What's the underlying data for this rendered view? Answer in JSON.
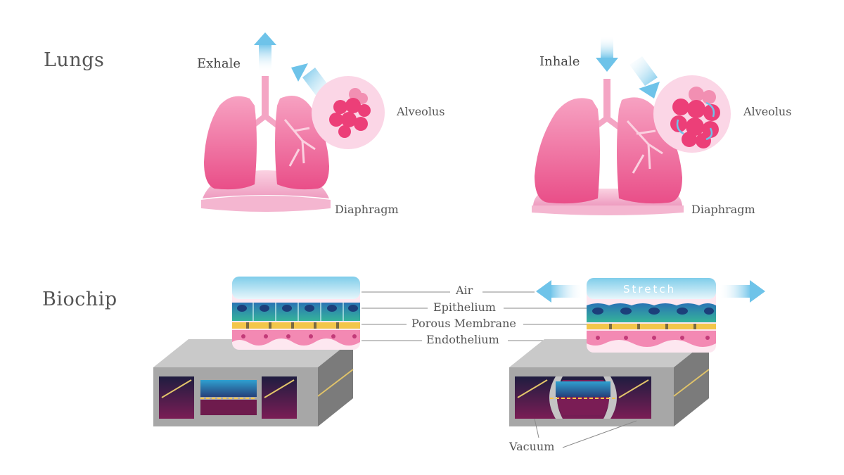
{
  "sections": {
    "lungs": "Lungs",
    "biochip": "Biochip"
  },
  "lungs": {
    "exhale": {
      "action": "Exhale",
      "alveolus": "Alveolus",
      "diaphragm": "Diaphragm"
    },
    "inhale": {
      "action": "Inhale",
      "alveolus": "Alveolus",
      "diaphragm": "Diaphragm"
    }
  },
  "biochip": {
    "layers": [
      "Air",
      "Epithelium",
      "Porous Membrane",
      "Endothelium"
    ],
    "stretch": "Stretch",
    "vacuum": "Vacuum"
  },
  "colors": {
    "lung_pink": "#f06a9a",
    "alveolus_pink": "#ee3f78",
    "air_blue": "#7ccbe8",
    "epithelium_blue": "#2a7ab8",
    "membrane_yellow": "#f3c64a",
    "endothelium_pink": "#f389b3",
    "chip_gray": "#9a9a9a",
    "chamber_purple": "#6b1b4e"
  }
}
